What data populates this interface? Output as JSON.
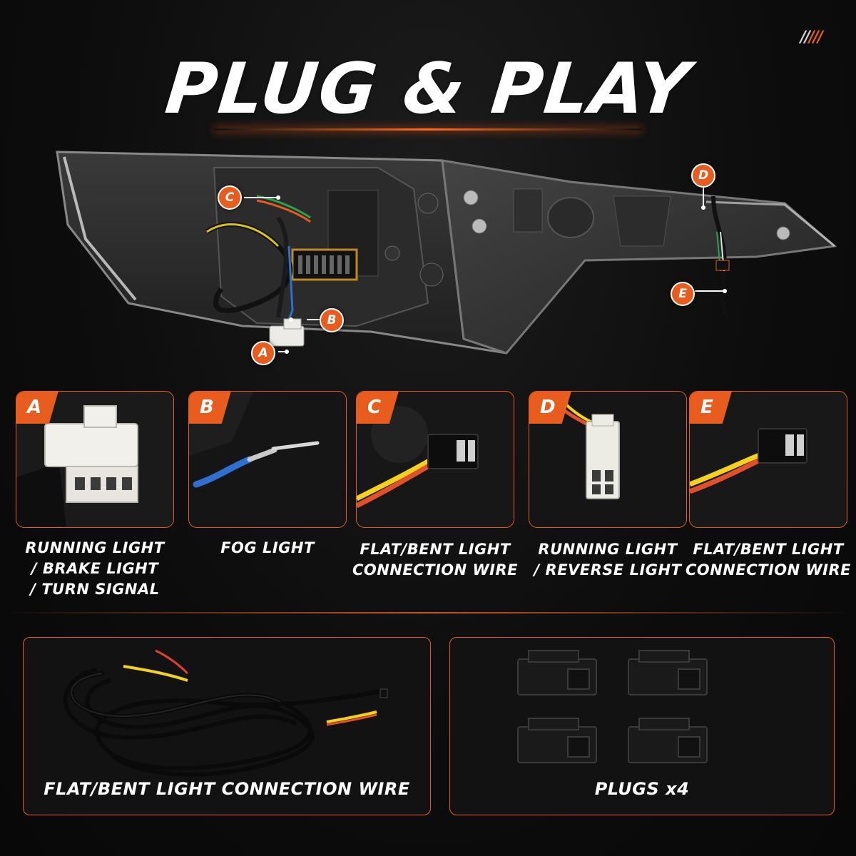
{
  "header": {
    "title": "PLUG & PLAY"
  },
  "callouts": {
    "a": "A",
    "b": "B",
    "c": "C",
    "d": "D",
    "e": "E"
  },
  "connectors": [
    {
      "letter": "A",
      "label_line1": "RUNNING LIGHT",
      "label_line2": "/ BRAKE LIGHT",
      "label_line3": "/ TURN SIGNAL"
    },
    {
      "letter": "B",
      "label_line1": "FOG LIGHT"
    },
    {
      "letter": "C",
      "label_line1": "FLAT/BENT LIGHT",
      "label_line2": "CONNECTION WIRE"
    },
    {
      "letter": "D",
      "label_line1": "RUNNING LIGHT",
      "label_line2": "/ REVERSE LIGHT"
    },
    {
      "letter": "E",
      "label_line1": "FLAT/BENT LIGHT",
      "label_line2": "CONNECTION WIRE"
    }
  ],
  "accessories": {
    "wire_label": "FLAT/BENT LIGHT CONNECTION WIRE",
    "plugs_label": "PLUGS x4"
  },
  "colors": {
    "accent": "#e85d1e",
    "background": "#0c0c0c"
  }
}
